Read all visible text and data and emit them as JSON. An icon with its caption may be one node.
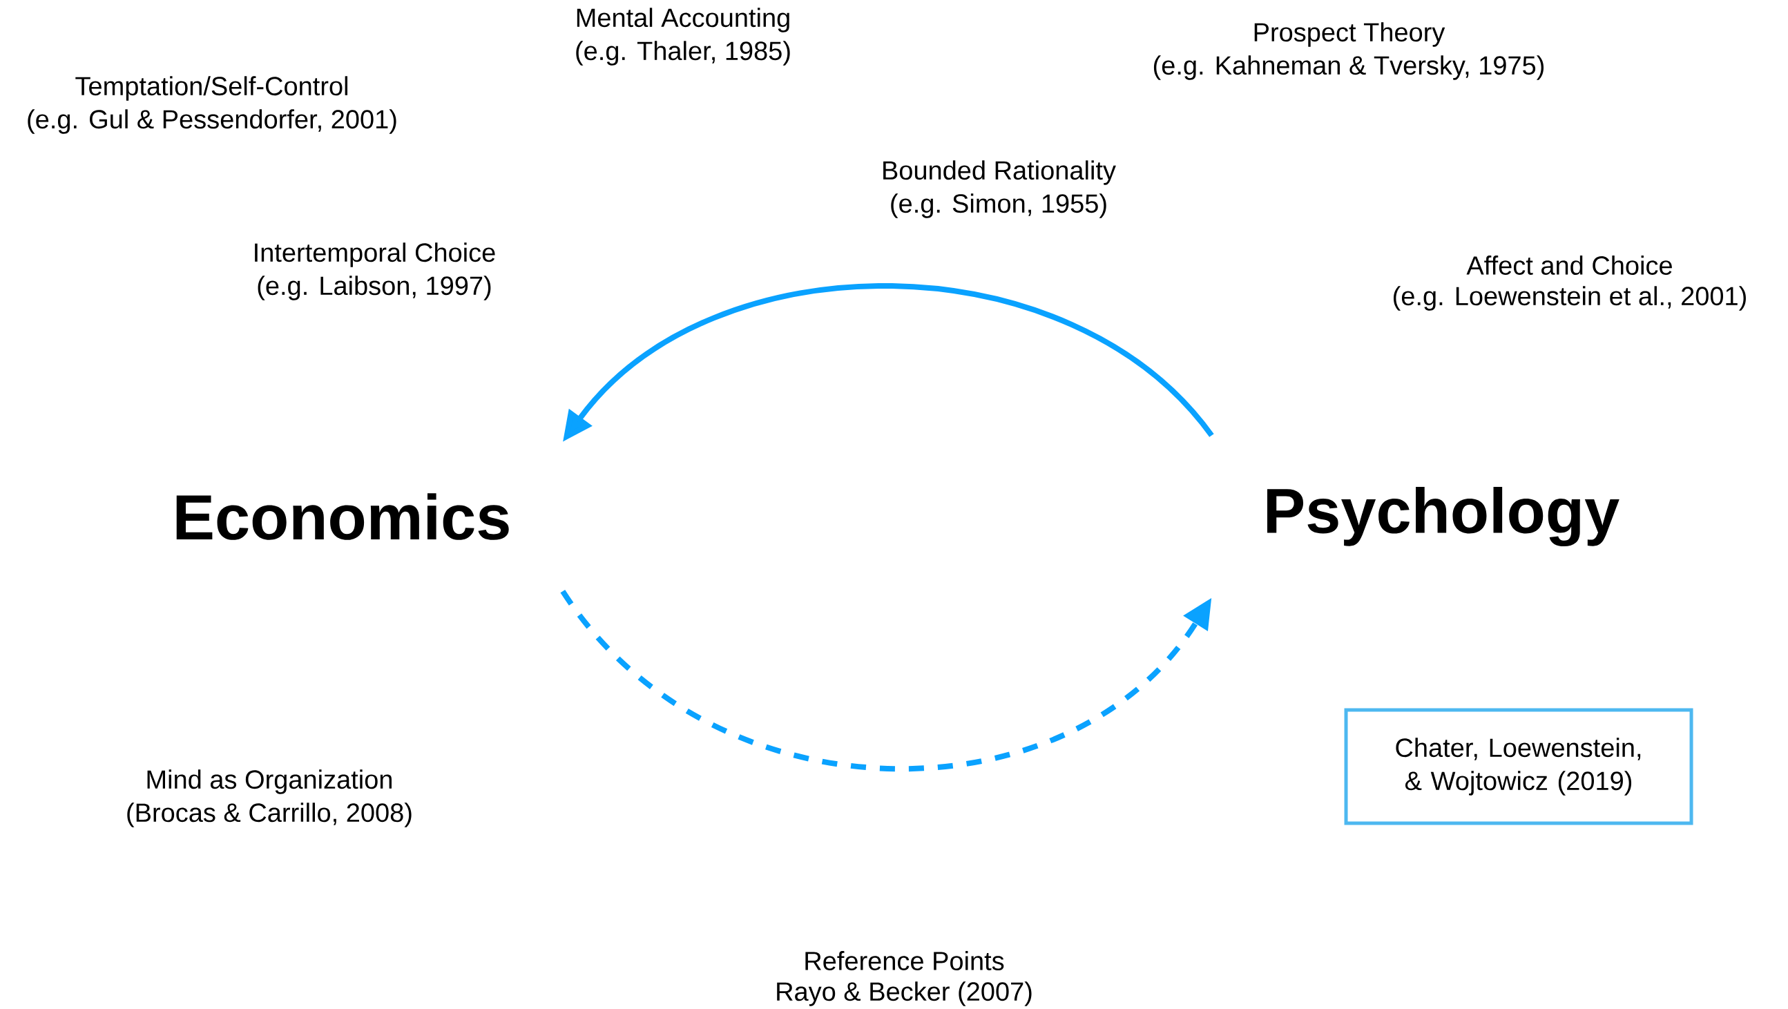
{
  "diagram": {
    "nodes": [
      {
        "text": [
          "Economics"
        ]
      },
      {
        "text": [
          "Psychology"
        ]
      },
      {
        "text": [
          "Chater, Loewenstein, & Wojtowicz (2019)"
        ]
      }
    ],
    "edges": [
      {
        "from": 1,
        "to": 0,
        "arrow": "to"
      },
      {
        "from": 0,
        "to": 1,
        "arrow": "to",
        "style": "dashed"
      }
    ],
    "labels": [
      "Mental Accounting",
      "(e.g. Thaler, 1985)",
      "Prospect Theory",
      "(e.g. Kahneman & Tversky, 1975)",
      "Temptation/Self-Control",
      "(e.g. Gul & Pessendorfer, 2001)",
      "Bounded Rationality",
      "(e.g. Simon, 1955)",
      "Intertemporal Choice",
      "(e.g. Laibson, 1997)",
      "Affect and Choice",
      "(e.g. Loewenstein et al., 2001)",
      "Mind as Organization",
      "(Brocas & Carrillo, 2008)",
      "Reference Points",
      "Rayo & Becker (2007)"
    ]
  }
}
